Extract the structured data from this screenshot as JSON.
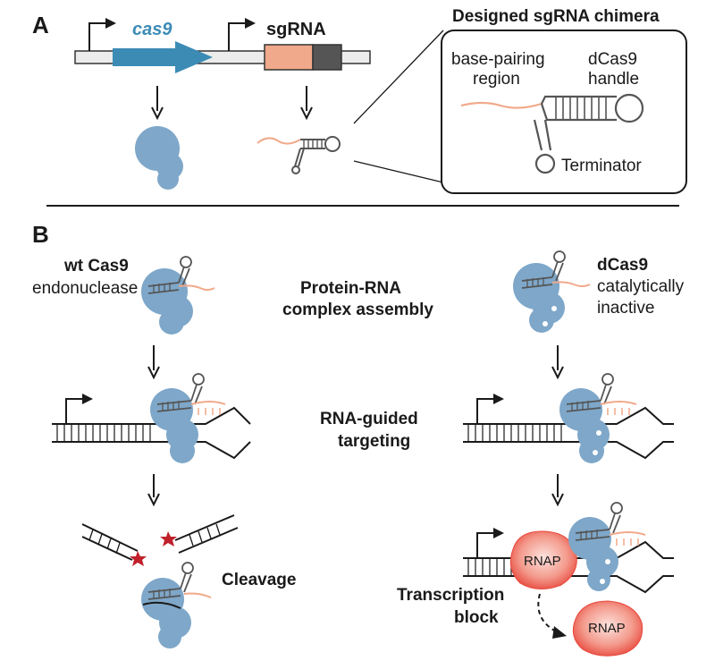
{
  "colors": {
    "protein": "#7ea7c9",
    "cas9_gene": "#3c8bb5",
    "guide_rna": "#f0a98a",
    "scaffold": "#555555",
    "rnap_fill": "#e8554a",
    "rnap_light": "#fbd6d0",
    "cleavage_star": "#c0202a"
  },
  "panel_a": {
    "label": "A",
    "gene_cas9": "cas9",
    "gene_sgrna": "sgRNA",
    "inset_title": "Designed sgRNA chimera",
    "base_pairing_l1": "base-pairing",
    "base_pairing_l2": "region",
    "handle_l1": "dCas9",
    "handle_l2": "handle",
    "terminator": "Terminator"
  },
  "panel_b": {
    "label": "B",
    "wt_title": "wt Cas9",
    "wt_sub": "endonuclease",
    "dcas_title": "dCas9",
    "dcas_sub1": "catalytically",
    "dcas_sub2": "inactive",
    "assembly_l1": "Protein-RNA",
    "assembly_l2": "complex assembly",
    "targeting_l1": "RNA-guided",
    "targeting_l2": "targeting",
    "cleavage": "Cleavage",
    "block_l1": "Transcription",
    "block_l2": "block",
    "rnap1": "RNAP",
    "rnap2": "RNAP"
  }
}
